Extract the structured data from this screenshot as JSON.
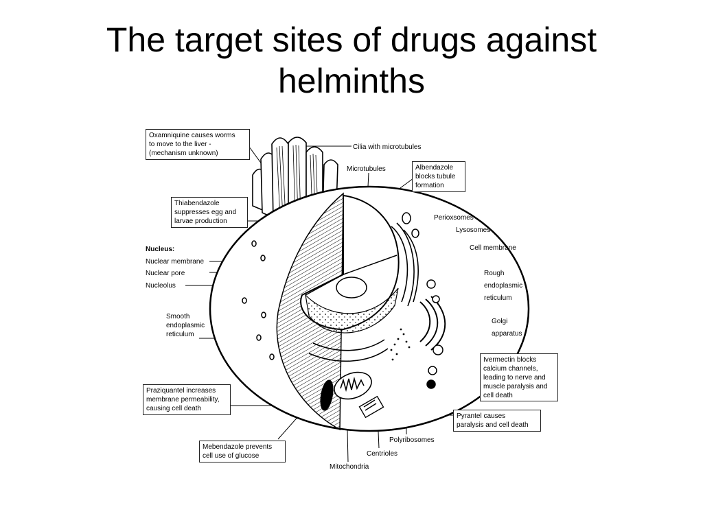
{
  "title": {
    "line1": "The target sites of drugs against",
    "line2": "helminths"
  },
  "callouts": {
    "oxamniquine": [
      "Oxamniquine causes worms",
      "to move to the liver -",
      "(mechanism unknown)"
    ],
    "thiabendazole": [
      "Thiabendazole",
      "suppresses egg and",
      "larvae production"
    ],
    "albendazole": [
      "Albendazole",
      "blocks tubule",
      "formation"
    ],
    "ivermectin": [
      "Ivermectin blocks",
      "calcium channels,",
      "leading to nerve and",
      "muscle paralysis and",
      "cell death"
    ],
    "praziquantel": [
      "Praziquantel increases",
      "membrane permeability,",
      "causing cell death"
    ],
    "pyrantel": [
      "Pyrantel causes",
      "paralysis and cell death"
    ],
    "mebendazole": [
      "Mebendazole prevents",
      "cell use of glucose"
    ]
  },
  "labels": {
    "cilia": "Cilia with microtubules",
    "microtubules": "Microtubules",
    "perioxsomes": "Perioxsomes",
    "lysosomes": "Lysosomes",
    "cell_membrane": "Cell membrane",
    "rough_er": [
      "Rough",
      "endoplasmic",
      "reticulum"
    ],
    "golgi": [
      "Golgi",
      "apparatus"
    ],
    "nucleus_heading": "Nucleus:",
    "nuclear_membrane": "Nuclear membrane",
    "nuclear_pore": "Nuclear pore",
    "nucleolus": "Nucleolus",
    "smooth_er": [
      "Smooth",
      "endoplasmic",
      "reticulum"
    ],
    "polyribosomes": "Polyribosomes",
    "centrioles": "Centrioles",
    "mitochondria": "Mitochondria"
  }
}
